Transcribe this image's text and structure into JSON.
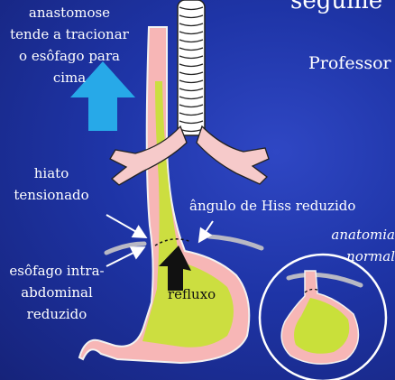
{
  "title_fragment": "segume",
  "subtitle_fragment": "Professor",
  "labels": {
    "anastomose_lines": [
      "anastomose",
      "tende a tracionar",
      "o esôfago para",
      "cima"
    ],
    "hiato_lines": [
      "hiato",
      "tensionado"
    ],
    "hiss": "ângulo de Hiss reduzido",
    "esofago_lines": [
      "esôfago intra-",
      "abdominal",
      "reduzido"
    ],
    "refluxo": "refluxo",
    "normal_lines": [
      "anatomia",
      "normal"
    ]
  },
  "colors": {
    "background": "#1e34a6",
    "esophagus_fill": "#f7b6b6",
    "stomach_fill": "#f7b6b6",
    "mucosa": "#c9e03a",
    "diaphragm": "#b8b8c4",
    "arrow_up": "#27a9e8",
    "arrow_reflux": "#111111"
  },
  "icons": [
    "upward-arrow-icon",
    "reflux-arrow-icon",
    "pointer-arrow-icon"
  ]
}
